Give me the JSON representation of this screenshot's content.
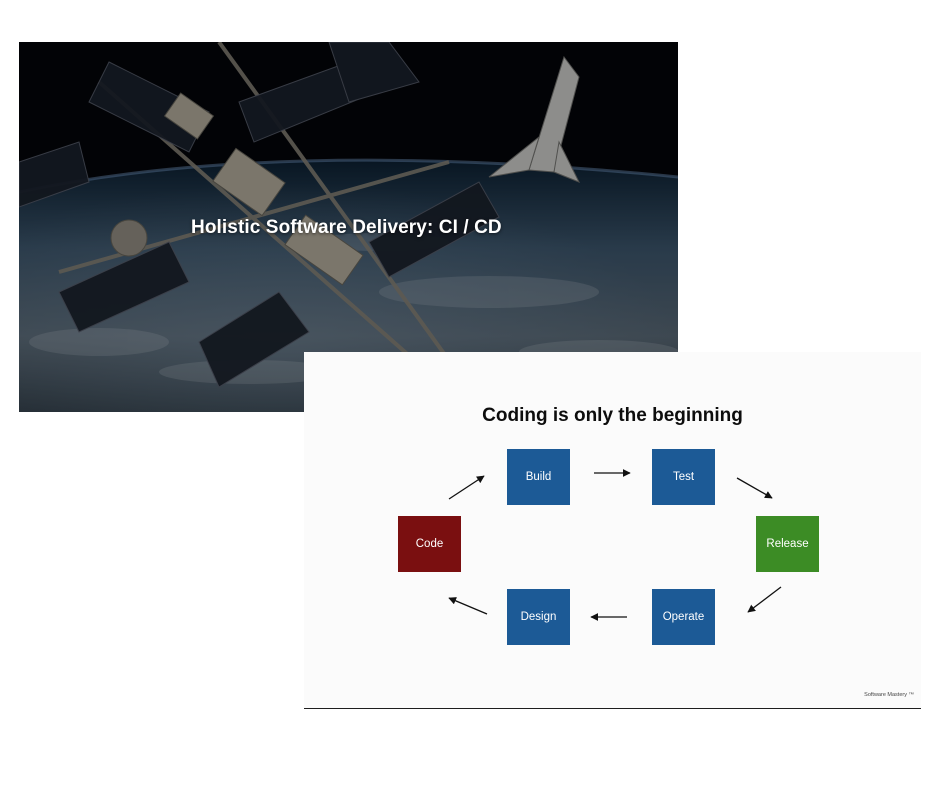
{
  "slide1": {
    "title": "Holistic Software Delivery: CI / CD",
    "image": "space-station-over-earth"
  },
  "slide2": {
    "heading": "Coding is only the beginning",
    "footer": "Software Mastery ™",
    "colors": {
      "stage": "#1c5a96",
      "code": "#7a0f10",
      "release": "#3c8c25"
    },
    "stages": [
      {
        "key": "code",
        "label": "Code"
      },
      {
        "key": "build",
        "label": "Build"
      },
      {
        "key": "test",
        "label": "Test"
      },
      {
        "key": "release",
        "label": "Release"
      },
      {
        "key": "operate",
        "label": "Operate"
      },
      {
        "key": "design",
        "label": "Design"
      }
    ],
    "flow": [
      [
        "code",
        "build"
      ],
      [
        "build",
        "test"
      ],
      [
        "test",
        "release"
      ],
      [
        "release",
        "operate"
      ],
      [
        "operate",
        "design"
      ],
      [
        "design",
        "code"
      ]
    ]
  }
}
